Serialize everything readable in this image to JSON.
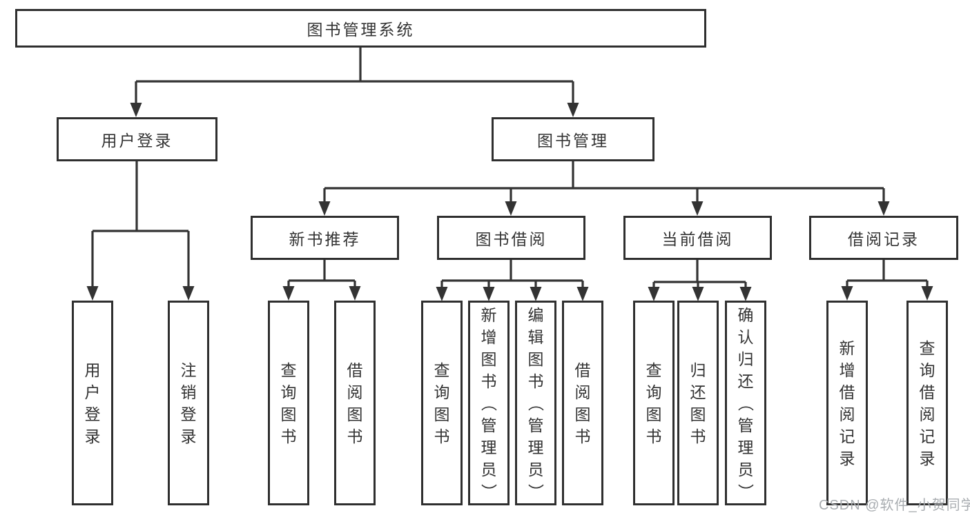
{
  "tree": {
    "root": "图书管理系统",
    "level2": [
      {
        "label": "用户登录",
        "children": [
          "用户登录",
          "注销登录"
        ]
      },
      {
        "label": "图书管理"
      }
    ],
    "level3": [
      {
        "label": "新书推荐",
        "children": [
          "查询图书",
          "借阅图书"
        ]
      },
      {
        "label": "图书借阅",
        "children": [
          "查询图书",
          "新增图书（管理员）",
          "编辑图书（管理员）",
          "借阅图书"
        ]
      },
      {
        "label": "当前借阅",
        "children": [
          "查询图书",
          "归还图书",
          "确认归还（管理员）"
        ]
      },
      {
        "label": "借阅记录",
        "children": [
          "新增借阅记录",
          "查询借阅记录"
        ]
      }
    ]
  },
  "watermark": {
    "text": "CSDN @软件_小贺同学"
  },
  "colors": {
    "line": "#333333",
    "border": "#2f2f2f",
    "text": "#333333",
    "watermark": "#a9adb1",
    "background": "#ffffff"
  }
}
